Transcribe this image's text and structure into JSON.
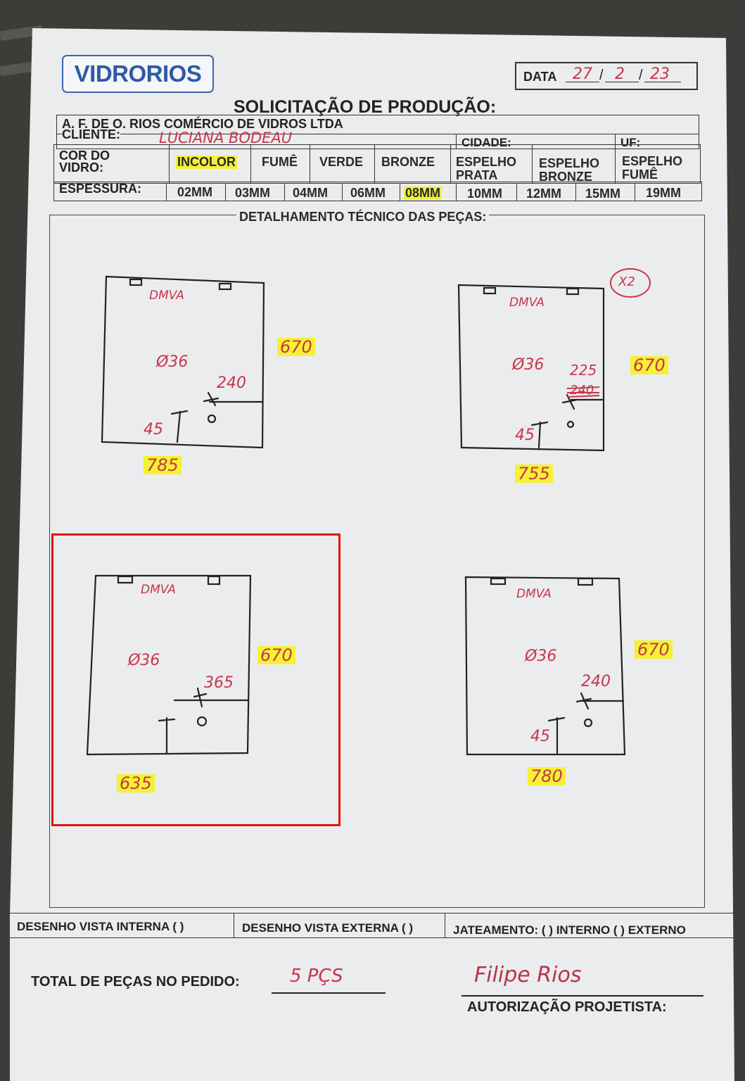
{
  "logo": {
    "text": "VIDRORIOS"
  },
  "date": {
    "label": "DATA",
    "day": "27",
    "month": "2",
    "year": "23"
  },
  "title": "SOLICITAÇÃO DE PRODUÇÃO:",
  "company": "A. F. DE O. RIOS COMÉRCIO DE VIDROS LTDA",
  "client": {
    "label": "CLIENTE:",
    "value": "LUCIANA BODEAU",
    "city_label": "CIDADE:",
    "uf_label": "UF:"
  },
  "glass_color": {
    "label_line1": "COR DO",
    "label_line2": "VIDRO:",
    "options": [
      {
        "l1": "INCOLOR",
        "l2": ""
      },
      {
        "l1": "FUMÊ",
        "l2": ""
      },
      {
        "l1": "VERDE",
        "l2": ""
      },
      {
        "l1": "BRONZE",
        "l2": ""
      },
      {
        "l1": "ESPELHO",
        "l2": "PRATA"
      },
      {
        "l1": "ESPELHO",
        "l2": "BRONZE"
      },
      {
        "l1": "ESPELHO",
        "l2": "FUMÊ"
      }
    ],
    "selected": "INCOLOR"
  },
  "thickness": {
    "label": "ESPESSURA:",
    "options": [
      "02MM",
      "03MM",
      "04MM",
      "06MM",
      "08MM",
      "10MM",
      "12MM",
      "15MM",
      "19MM"
    ],
    "selected": "08MM"
  },
  "section_title": "DETALHAMENTO TÉCNICO DAS PEÇAS:",
  "pieces": [
    {
      "label": "DMVA",
      "hole": "Ø36",
      "height": "670",
      "width": "785",
      "offset_x": "240",
      "offset_y": "45",
      "qty": ""
    },
    {
      "label": "DMVA",
      "hole": "Ø36",
      "height": "670",
      "width": "755",
      "offset_x": "225",
      "offset_x_crossed": "240",
      "offset_y": "45",
      "qty": "X2"
    },
    {
      "label": "DMVA",
      "hole": "Ø36",
      "height": "670",
      "width": "635",
      "offset_x": "365",
      "offset_y": "",
      "qty": ""
    },
    {
      "label": "DMVA",
      "hole": "Ø36",
      "height": "670",
      "width": "780",
      "offset_x": "240",
      "offset_y": "45",
      "qty": ""
    }
  ],
  "footer": {
    "internal_view": "DESENHO VISTA INTERNA ( )",
    "external_view": "DESENHO VISTA EXTERNA ( )",
    "sandblast": "JATEAMENTO: ( ) INTERNO ( ) EXTERNO",
    "total_label": "TOTAL DE PEÇAS NO PEDIDO:",
    "total_value": "5 PÇS",
    "signature": "Filipe Rios",
    "auth_label": "AUTORIZAÇÃO PROJETISTA:"
  },
  "colors": {
    "ink_red": "#c8364d",
    "highlighter": "#f4f233",
    "logo_blue": "#2f5aa3",
    "annotation_box": "#e01414"
  }
}
